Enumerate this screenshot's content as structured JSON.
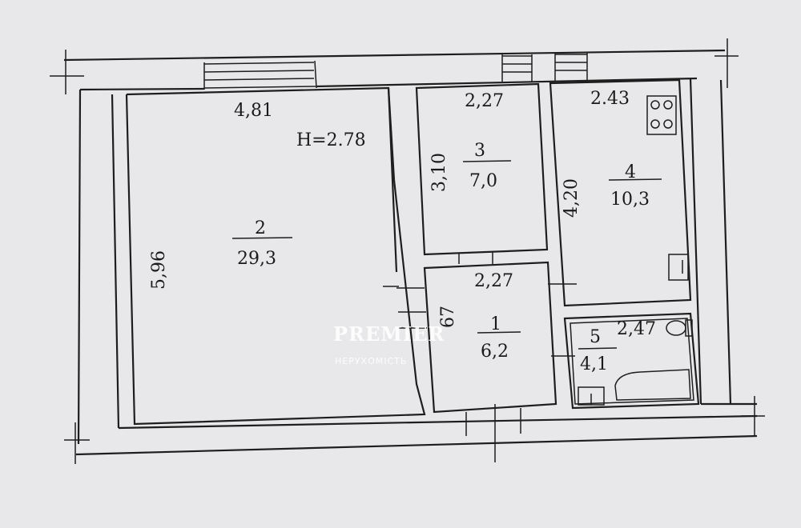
{
  "floor_plan": {
    "ceiling_height": "H=2.78",
    "rooms": [
      {
        "number": "2",
        "area": "29,3",
        "width": "4,81",
        "length": "5,96"
      },
      {
        "number": "3",
        "area": "7,0",
        "width": "2,27",
        "length": "3,10"
      },
      {
        "number": "4",
        "area": "10,3",
        "width": "2.43",
        "length": "4,20"
      },
      {
        "number": "1",
        "area": "6,2",
        "width": "2,27",
        "length": "67"
      },
      {
        "number": "5",
        "area": "4,1",
        "width": "2,47"
      }
    ]
  },
  "watermark": {
    "brand": "PREMIER",
    "subtitle": "НЕРУХОМІСТЬ"
  }
}
